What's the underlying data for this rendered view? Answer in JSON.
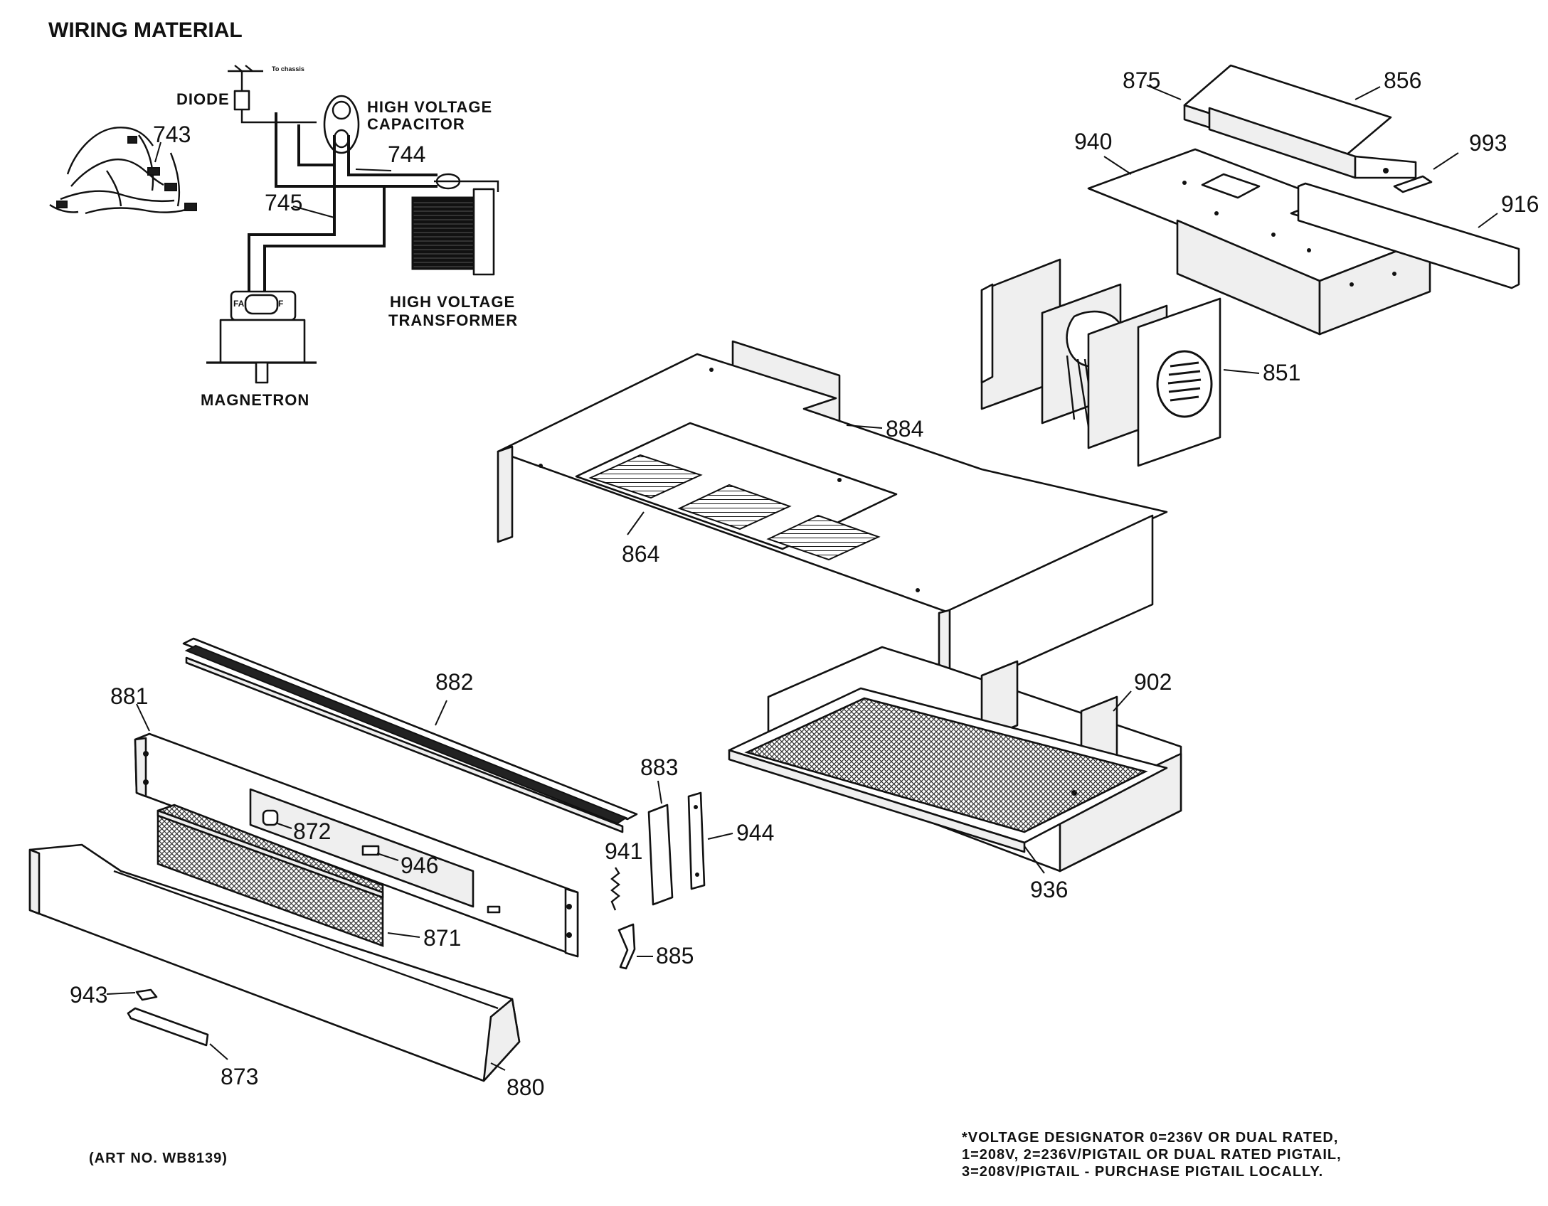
{
  "title": "WIRING MATERIAL",
  "wiring_labels": {
    "to_chassis": "To chassis",
    "diode": "DIODE",
    "hv_capacitor_1": "HIGH VOLTAGE",
    "hv_capacitor_2": "CAPACITOR",
    "hv_transformer_1": "HIGH VOLTAGE",
    "hv_transformer_2": "TRANSFORMER",
    "magnetron": "MAGNETRON",
    "fa": "FA",
    "f": "F"
  },
  "parts": {
    "p743": "743",
    "p744": "744",
    "p745": "745",
    "p875": "875",
    "p856": "856",
    "p940": "940",
    "p993": "993",
    "p916": "916",
    "p851": "851",
    "p884": "884",
    "p864": "864",
    "p882": "882",
    "p881": "881",
    "p902": "902",
    "p883": "883",
    "p872": "872",
    "p946": "946",
    "p941": "941",
    "p944": "944",
    "p936": "936",
    "p871": "871",
    "p885": "885",
    "p943": "943",
    "p873": "873",
    "p880": "880"
  },
  "footer": {
    "art_no": "(ART NO. WB8139)",
    "note_line1": "*VOLTAGE DESIGNATOR 0=236V OR DUAL RATED,",
    "note_line2": "1=208V, 2=236V/PIGTAIL OR DUAL RATED PIGTAIL,",
    "note_line3": "3=208V/PIGTAIL - PURCHASE PIGTAIL LOCALLY."
  }
}
